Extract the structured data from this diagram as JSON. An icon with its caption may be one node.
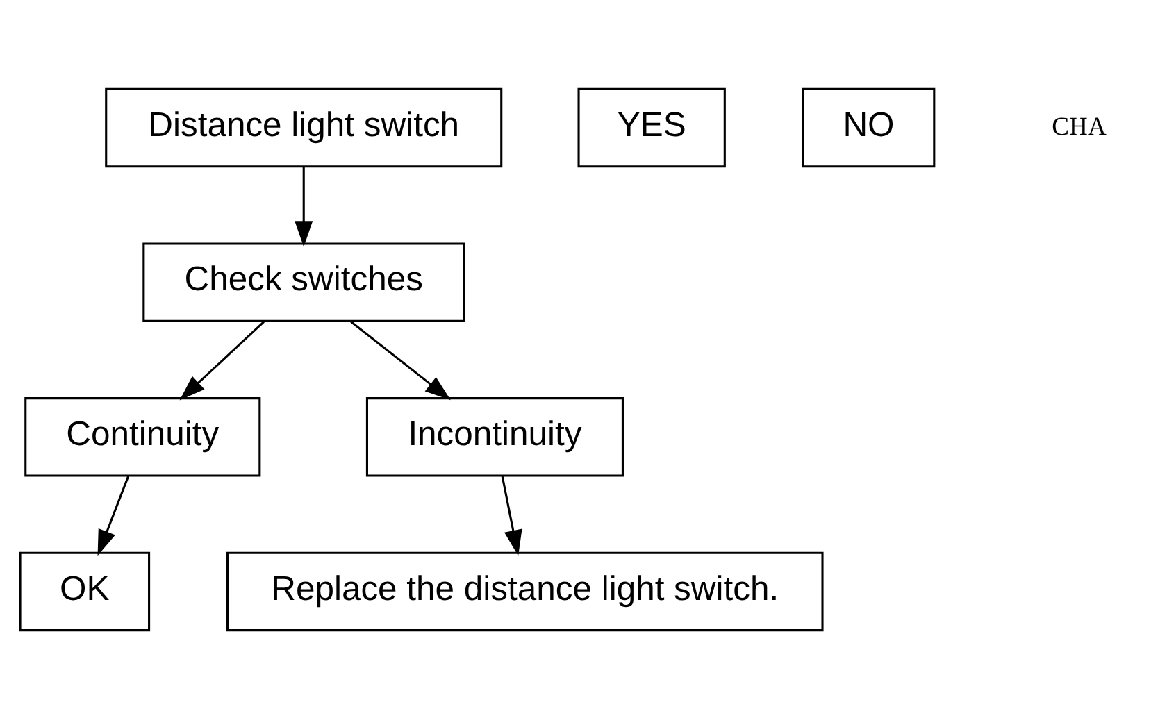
{
  "diagram": {
    "nodes": [
      {
        "text": [
          "Distance light switch"
        ]
      },
      {
        "text": [
          "Check switches"
        ]
      },
      {
        "text": [
          "YES"
        ]
      },
      {
        "text": [
          "NO"
        ]
      },
      {
        "text": [
          "Continuity"
        ]
      },
      {
        "text": [
          "Incontinuity"
        ]
      },
      {
        "text": [
          "Replace the distance light switch."
        ]
      },
      {
        "text": [
          "OK"
        ]
      }
    ],
    "edges": [
      {
        "from": 0,
        "to": 1,
        "arrow": "to"
      },
      {
        "from": 1,
        "to": 4,
        "arrow": "to"
      },
      {
        "from": 1,
        "to": 5,
        "arrow": "to"
      },
      {
        "from": 5,
        "to": 6,
        "arrow": "to"
      },
      {
        "from": 4,
        "to": 7,
        "arrow": "to"
      }
    ],
    "labels": [
      "CHA"
    ]
  }
}
